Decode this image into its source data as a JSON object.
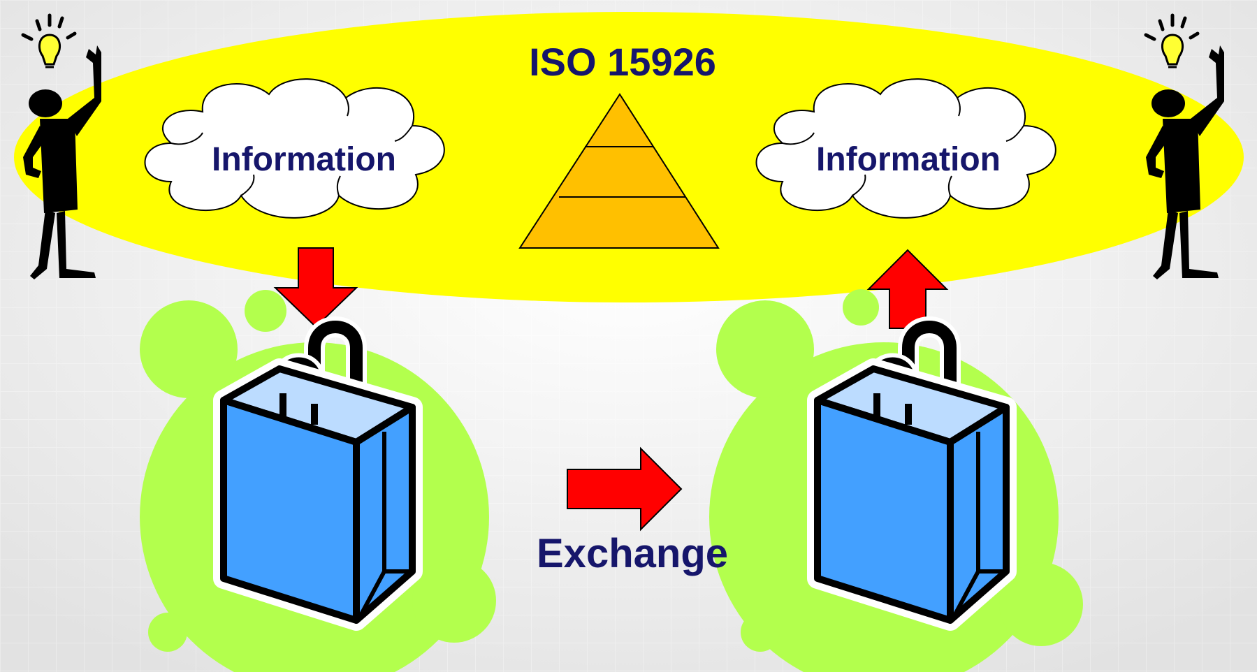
{
  "diagram": {
    "title": "ISO 15926",
    "left_cloud_label": "Information",
    "right_cloud_label": "Information",
    "exchange_label": "Exchange"
  },
  "colors": {
    "ellipse": "#ffff00",
    "cloud_fill": "#ffffff",
    "pyramid": "#ffc000",
    "arrow": "#ff0000",
    "blob": "#b3ff4d",
    "bag_front": "#43a0ff",
    "bag_inner": "#bcdcff",
    "text": "#16166b",
    "figure": "#000000",
    "bulb": "#ffff33"
  },
  "icons": [
    "person-icon",
    "lightbulb-icon",
    "cloud-icon",
    "pyramid-icon",
    "shopping-bag-icon",
    "arrow-icon"
  ]
}
